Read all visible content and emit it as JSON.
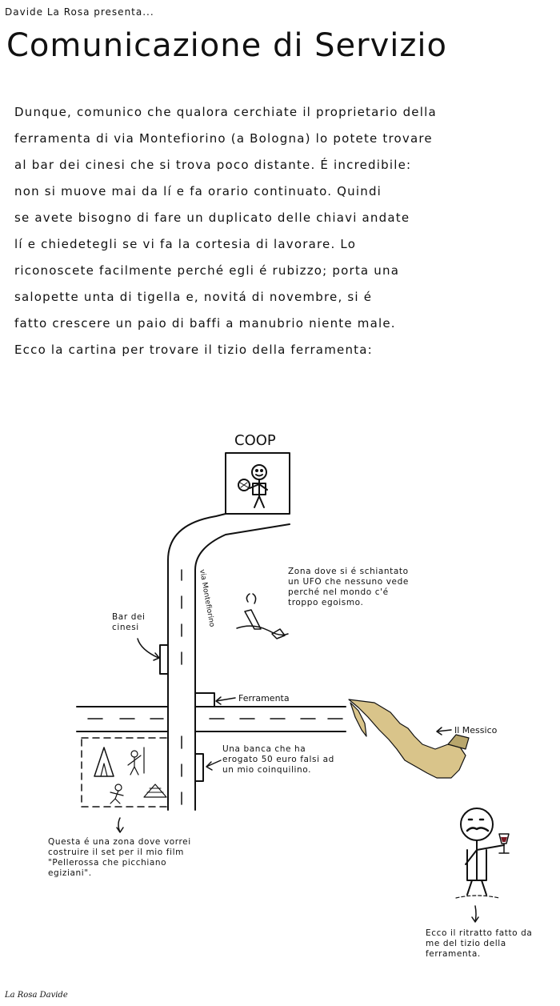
{
  "header": {
    "byline": "Davide La Rosa presenta...",
    "title": "Comunicazione di Servizio"
  },
  "body_lines": [
    "Dunque, comunico che qualora cerchiate il proprietario della",
    "ferramenta di via Montefiorino (a Bologna) lo potete trovare",
    "al bar dei cinesi che si trova poco distante. É incredibile:",
    "non si muove mai da lí e fa orario continuato. Quindi",
    "se avete bisogno di fare un duplicato delle chiavi andate",
    "lí e chiedetegli se vi fa la cortesia di lavorare. Lo",
    "riconoscete facilmente perché egli é rubizzo; porta una",
    "salopette unta di tigella e, novitá di novembre, si é",
    "fatto crescere un paio di baffi a manubrio niente male.",
    "Ecco la cartina per trovare il tizio della ferramenta:"
  ],
  "map": {
    "coop": "COOP",
    "street": "via Montefiorino",
    "bar_label": "Bar dei cinesi",
    "ferramenta_label": "Ferramenta",
    "ufo_note": "Zona dove si é schiantato un UFO che nessuno vede perché nel mondo c'é troppo egoismo.",
    "bank_note": "Una banca che ha erogato 50 euro falsi ad un mio coinquilino.",
    "mexico_label": "Il Messico",
    "film_note": "Questa é una zona dove vorrei costruire il set per il mio film \"Pellerossa che picchiano egiziani\".",
    "portrait_note": "Ecco il ritratto fatto da me del tizio della ferramenta."
  },
  "signature": "La Rosa Davide"
}
